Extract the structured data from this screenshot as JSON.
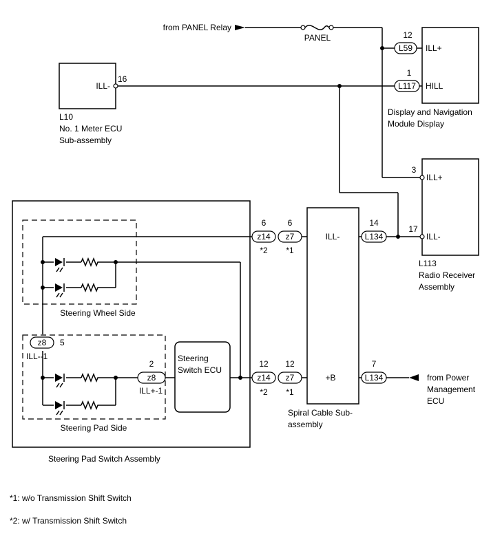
{
  "sources": {
    "panel_relay": "from PANEL Relay",
    "fuse": "PANEL",
    "power_mgmt": [
      "from Power",
      "Management",
      "ECU"
    ]
  },
  "components": {
    "meter_ecu": {
      "code": "L10",
      "name": [
        "No. 1 Meter ECU",
        "Sub-assembly"
      ],
      "pin_label": "ILL-",
      "pin": "16"
    },
    "display": {
      "name": [
        "Display and Navigation",
        "Module Display"
      ],
      "pins": [
        {
          "num": "12",
          "conn": "L59",
          "label": "ILL+"
        },
        {
          "num": "1",
          "conn": "L117",
          "label": "HILL"
        }
      ]
    },
    "radio": {
      "code": "L113",
      "name": [
        "Radio Receiver",
        "Assembly"
      ],
      "pins": [
        {
          "num": "3",
          "label": "ILL+"
        },
        {
          "num": "17",
          "label": "ILL-"
        }
      ]
    },
    "spiral": {
      "name": [
        "Spiral Cable Sub-",
        "assembly"
      ],
      "label_top": "ILL-",
      "label_bottom": "+B",
      "right_top": {
        "num": "14",
        "conn": "L134"
      },
      "right_bottom": {
        "num": "7",
        "conn": "L134"
      },
      "left_top": [
        {
          "num": "6",
          "conn": "z14",
          "note": "*2"
        },
        {
          "num": "6",
          "conn": "z7",
          "note": "*1"
        }
      ],
      "left_bottom": [
        {
          "num": "12",
          "conn": "z14",
          "note": "*2"
        },
        {
          "num": "12",
          "conn": "z7",
          "note": "*1"
        }
      ]
    },
    "steering_assy": {
      "name": "Steering Pad Switch Assembly",
      "wheel_side": "Steering Wheel Side",
      "pad_side": "Steering Pad Side",
      "switch_ecu": [
        "Steering",
        "Switch ECU"
      ],
      "z8_left": {
        "conn": "z8",
        "num": "5",
        "label": "ILL--1"
      },
      "z8_right": {
        "conn": "z8",
        "num": "2",
        "label": "ILL+-1"
      }
    }
  },
  "notes": [
    "*1: w/o Transmission Shift Switch",
    "*2: w/ Transmission Shift Switch"
  ]
}
